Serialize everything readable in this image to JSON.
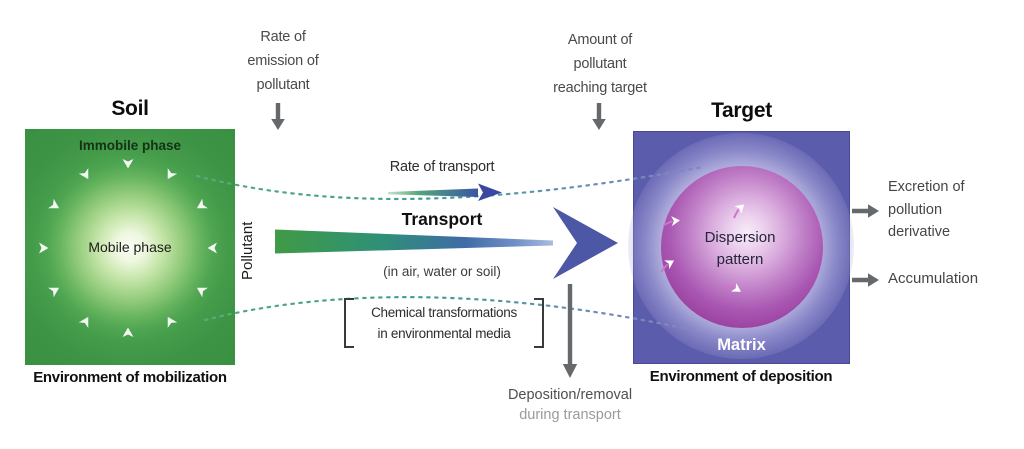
{
  "diagram": {
    "soil": {
      "title": "Soil",
      "immobile": "Immobile phase",
      "mobile": "Mobile phase",
      "caption": "Environment of mobilization"
    },
    "target": {
      "title": "Target",
      "dispersion": "Dispersion\npattern",
      "matrix": "Matrix",
      "caption": "Environment of deposition"
    },
    "flow": {
      "pollutant": "Pollutant",
      "rate_of_emission": "Rate of\nemission of\npollutant",
      "rate_of_transport": "Rate of transport",
      "transport": "Transport",
      "medium": "(in air, water or soil)",
      "amount_reaching_target": "Amount of\npollutant\nreaching target",
      "chemical_transformations": "Chemical transformations\nin environmental media",
      "deposition_removal": "Deposition/removal",
      "during_transport": "during transport",
      "excretion": "Excretion of\npollution\nderivative",
      "accumulation": "Accumulation"
    },
    "colors": {
      "soil_green": "#3f9546",
      "soil_core": "#f8fcf4",
      "target_blue": "#5c5cac",
      "matrix_purple": "#9a3fa3",
      "transport_green": "#3f9b45",
      "transport_blue": "#4c57a6",
      "dash_green": "#4aa98c",
      "dash_purple": "#8684c4",
      "arrow_gray": "#66696c"
    }
  }
}
